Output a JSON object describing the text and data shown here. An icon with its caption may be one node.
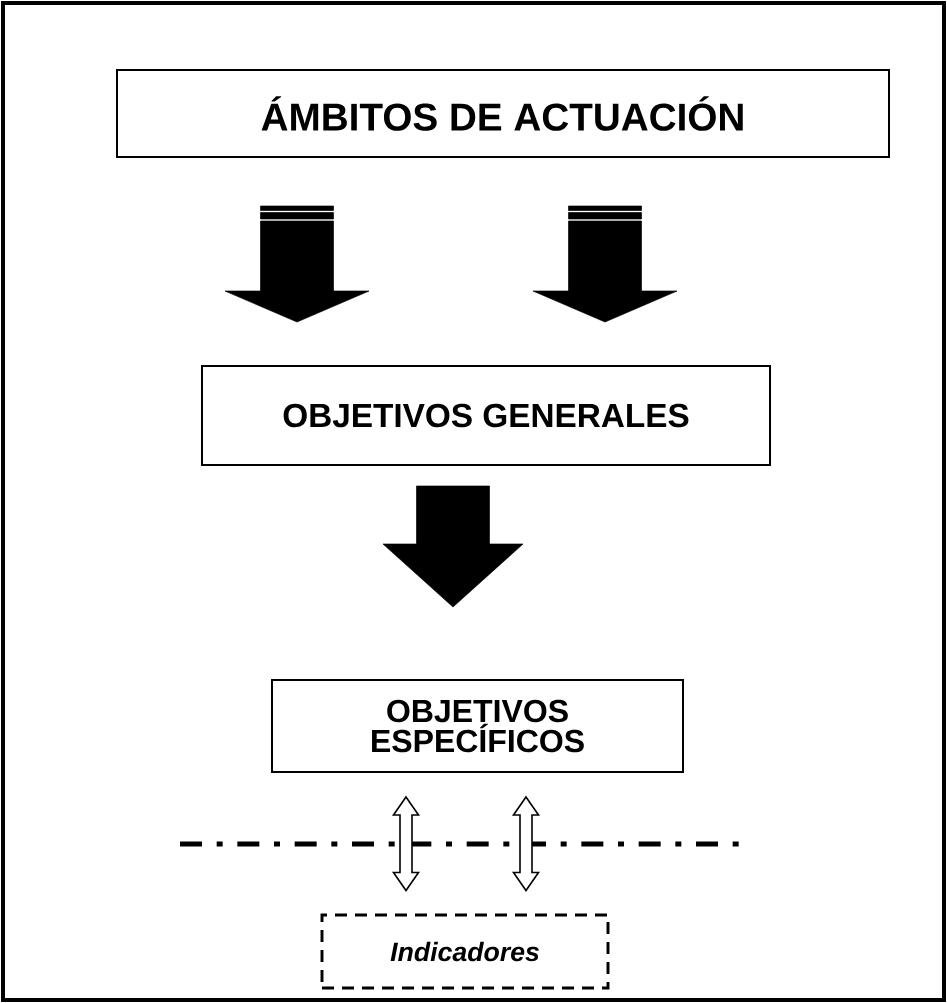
{
  "diagram": {
    "nodes": [
      {
        "text": [
          "ÁMBITOS DE ACTUACIÓN"
        ]
      },
      {
        "text": [
          "OBJETIVOS GENERALES"
        ]
      },
      {
        "text": [
          "OBJETIVOS ESPECÍFICOS"
        ]
      },
      {
        "text": [
          "Indicadores"
        ]
      }
    ],
    "edges": [
      {
        "from": 0,
        "to": 1,
        "arrow": "to"
      },
      {
        "from": 0,
        "to": 1,
        "arrow": "to"
      },
      {
        "from": 1,
        "to": 2,
        "arrow": "to"
      },
      {
        "from": 2,
        "to": 3,
        "arrow": "both"
      },
      {
        "from": 2,
        "to": 3,
        "arrow": "both"
      }
    ]
  }
}
